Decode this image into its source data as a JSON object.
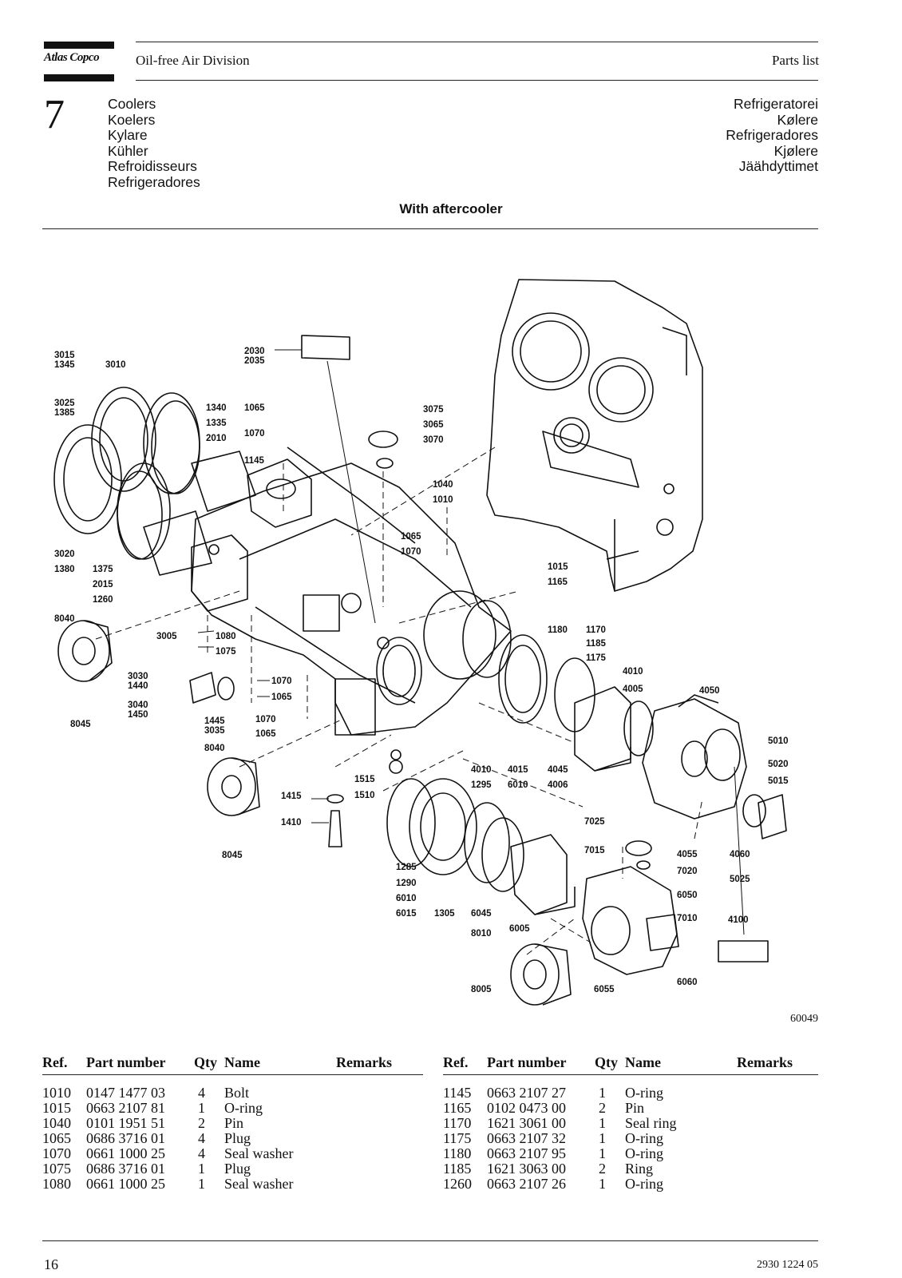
{
  "header": {
    "brand": "Atlas Copco",
    "division": "Oil-free Air Division",
    "doc_type": "Parts list"
  },
  "section": {
    "number": "7",
    "titles_left": [
      "Coolers",
      "Koelers",
      "Kylare",
      "Kühler",
      "Refroidisseurs",
      "Refrigeradores"
    ],
    "titles_right": [
      "Refrigeratorei",
      "Kølere",
      "Refrigeradores",
      "Kjølere",
      "Jäähdyttimet"
    ],
    "subtitle": "With aftercooler"
  },
  "figure": {
    "number": "60049",
    "callouts": [
      "3015",
      "1345",
      "3010",
      "3025",
      "1385",
      "1340",
      "1335",
      "2010",
      "1065",
      "1070",
      "1145",
      "2030",
      "2035",
      "3075",
      "3065",
      "3070",
      "1040",
      "1010",
      "1065",
      "1070",
      "1015",
      "1165",
      "3020",
      "1380",
      "1375",
      "2015",
      "1260",
      "8040",
      "3005",
      "1080",
      "1075",
      "1180",
      "1170",
      "1185",
      "1175",
      "4010",
      "4005",
      "4050",
      "3030",
      "1440",
      "1070",
      "1065",
      "3040",
      "1450",
      "8045",
      "1445",
      "3035",
      "1070",
      "1065",
      "5010",
      "5020",
      "5015",
      "8040",
      "1515",
      "1510",
      "1415",
      "1410",
      "4010",
      "4015",
      "6010",
      "4045",
      "4006",
      "1295",
      "7025",
      "4055",
      "4060",
      "5025",
      "8045",
      "7015",
      "7020",
      "6050",
      "1285",
      "1290",
      "6010",
      "6015",
      "1305",
      "6045",
      "6005",
      "7010",
      "4100",
      "8010",
      "8005",
      "6055",
      "6060"
    ]
  },
  "table": {
    "headers": {
      "ref": "Ref.",
      "part": "Part number",
      "qty": "Qty",
      "name": "Name",
      "remarks": "Remarks"
    },
    "left_rows": [
      {
        "ref": "1010",
        "part": "0147 1477 03",
        "qty": "4",
        "name": "Bolt"
      },
      {
        "ref": "1015",
        "part": "0663 2107 81",
        "qty": "1",
        "name": "O-ring"
      },
      {
        "ref": "1040",
        "part": "0101 1951 51",
        "qty": "2",
        "name": "Pin"
      },
      {
        "ref": "1065",
        "part": "0686 3716 01",
        "qty": "4",
        "name": "Plug"
      },
      {
        "ref": "1070",
        "part": "0661 1000 25",
        "qty": "4",
        "name": "Seal washer"
      },
      {
        "ref": "1075",
        "part": "0686 3716 01",
        "qty": "1",
        "name": "Plug"
      },
      {
        "ref": "1080",
        "part": "0661 1000 25",
        "qty": "1",
        "name": "Seal washer"
      }
    ],
    "right_rows": [
      {
        "ref": "1145",
        "part": "0663 2107 27",
        "qty": "1",
        "name": "O-ring"
      },
      {
        "ref": "1165",
        "part": "0102 0473 00",
        "qty": "2",
        "name": "Pin"
      },
      {
        "ref": "1170",
        "part": "1621 3061 00",
        "qty": "1",
        "name": "Seal ring"
      },
      {
        "ref": "1175",
        "part": "0663 2107 32",
        "qty": "1",
        "name": "O-ring"
      },
      {
        "ref": "1180",
        "part": "0663 2107 95",
        "qty": "1",
        "name": "O-ring"
      },
      {
        "ref": "1185",
        "part": "1621 3063 00",
        "qty": "2",
        "name": "Ring"
      },
      {
        "ref": "1260",
        "part": "0663 2107 26",
        "qty": "1",
        "name": "O-ring"
      }
    ]
  },
  "footer": {
    "page": "16",
    "doc_code": "2930 1224 05"
  }
}
